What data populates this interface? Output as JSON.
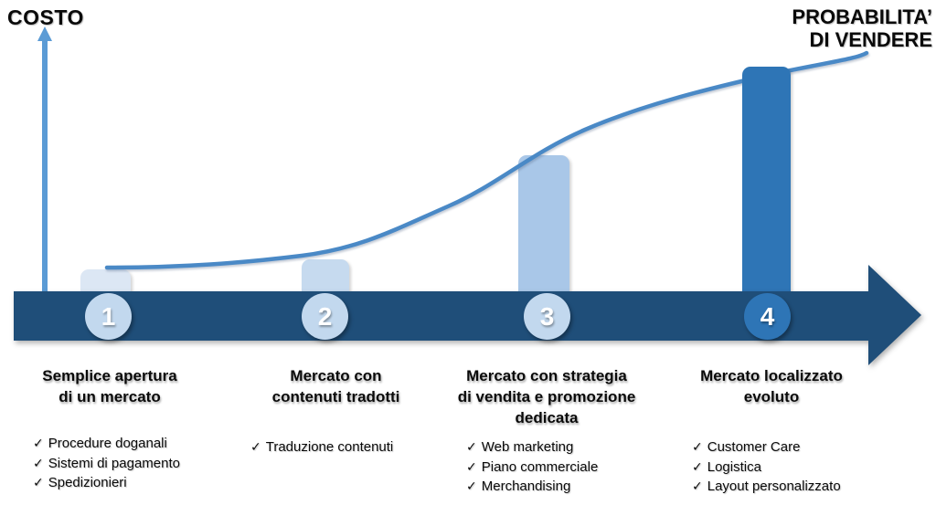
{
  "slide": {
    "y_axis_label": "COSTO",
    "x_axis_label": "PROBABILITA’\nDI VENDERE"
  },
  "check_glyph": "✓",
  "colors": {
    "timeline_arrow": "#1F4E79",
    "curve": "#4A89C6",
    "cost_axis": "#5B9BD5",
    "bar_stage1": "#DCE7F4",
    "bar_stage2": "#C6DAEF",
    "bar_stage3": "#A9C7E8",
    "bar_stage4": "#2E75B6",
    "circle_light": "#C2D8EE",
    "circle_dark": "#2E75B6"
  },
  "stages": [
    {
      "number": "1",
      "title": "Semplice apertura\ndi un mercato",
      "items": [
        "Procedure doganali",
        "Sistemi di pagamento",
        "Spedizionieri"
      ]
    },
    {
      "number": "2",
      "title": "Mercato con\ncontenuti tradotti",
      "items": [
        "Traduzione contenuti"
      ]
    },
    {
      "number": "3",
      "title": "Mercato con strategia\ndi vendita e promozione\ndedicata",
      "items": [
        "Web marketing",
        "Piano commerciale",
        "Merchandising"
      ]
    },
    {
      "number": "4",
      "title": "Mercato localizzato\nevoluto",
      "items": [
        "Customer Care",
        "Logistica",
        "Layout personalizzato"
      ]
    }
  ]
}
